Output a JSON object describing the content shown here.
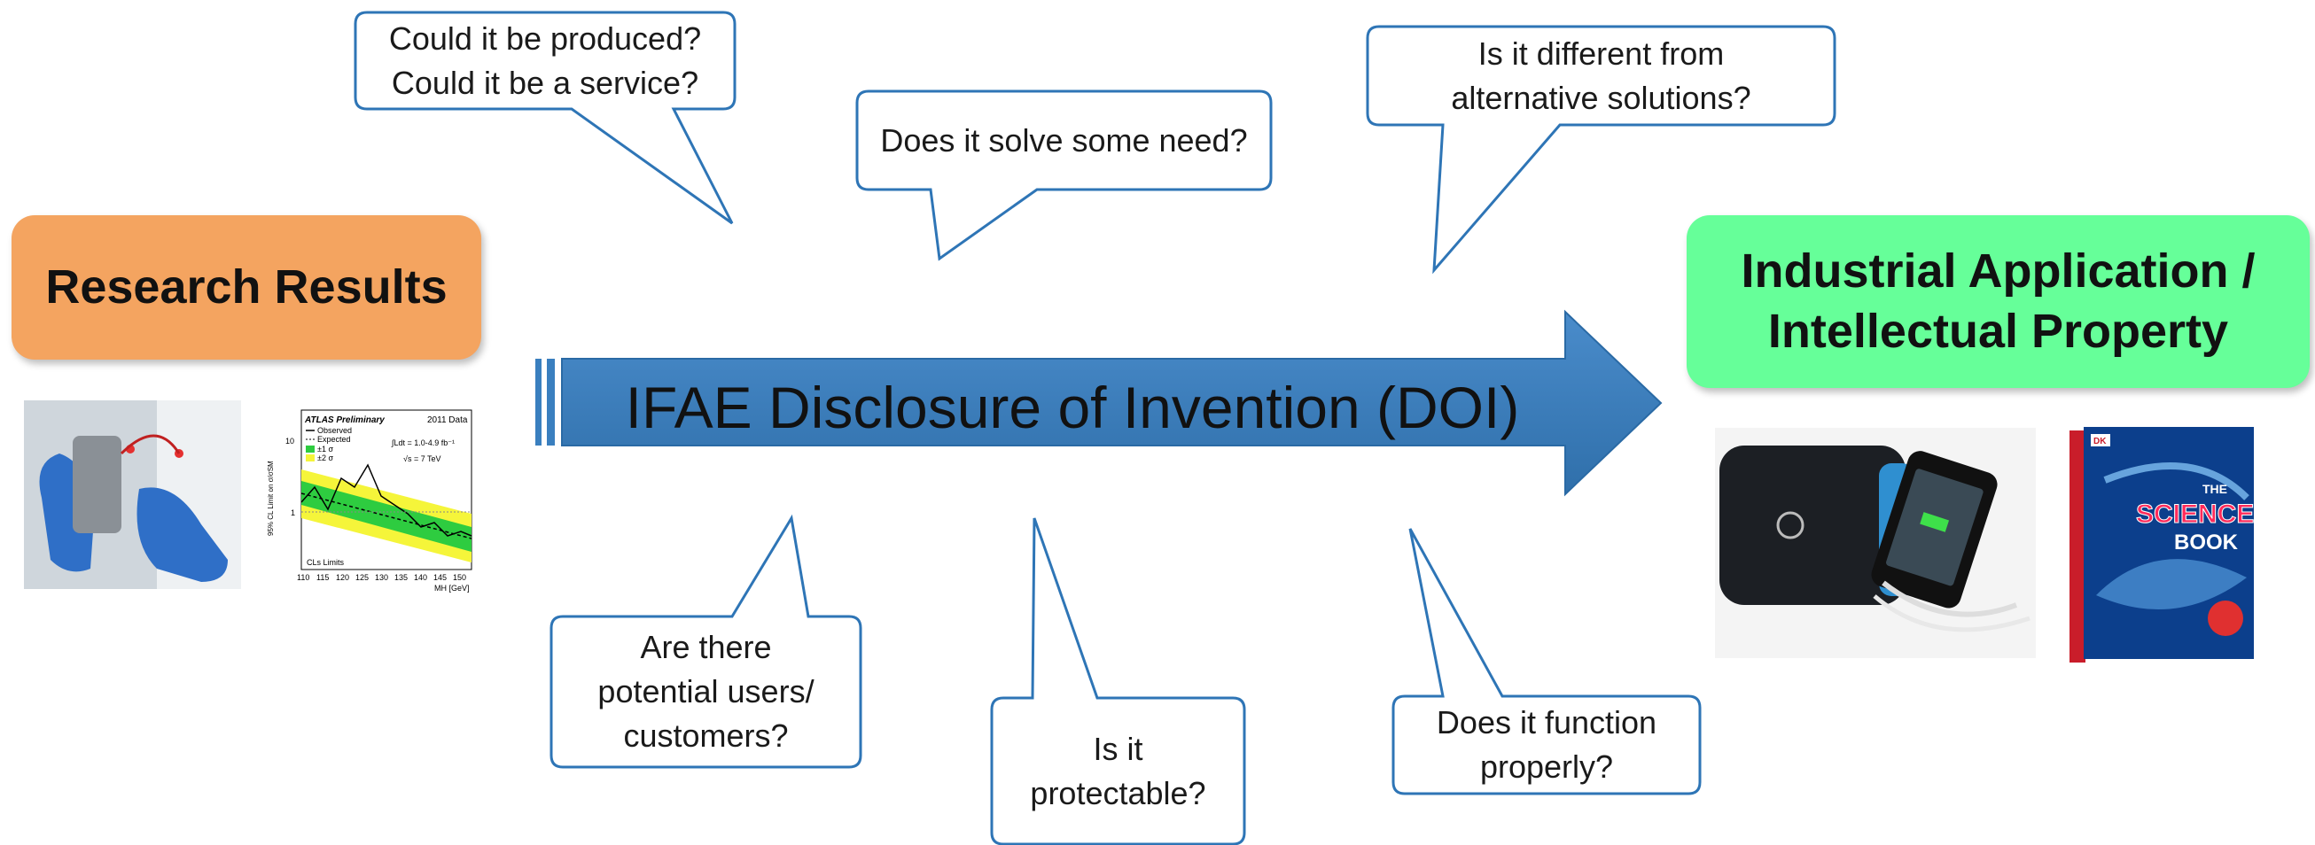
{
  "boxes": {
    "research": {
      "label": "Research Results",
      "color": "#F4A460"
    },
    "industrial": {
      "label": "Industrial Application / Intellectual Property",
      "color": "#66FF99"
    }
  },
  "arrow": {
    "label": "IFAE Disclosure of Invention (DOI)",
    "color": "#3A7FBF"
  },
  "callouts": [
    {
      "id": "produced",
      "text": "Could it be produced?\nCould it be a service?"
    },
    {
      "id": "need",
      "text": "Does it  solve some need?"
    },
    {
      "id": "different",
      "text": "Is it different from\nalternative solutions?"
    },
    {
      "id": "users",
      "text": "Are there\npotential users/\ncustomers?"
    },
    {
      "id": "protectable",
      "text": "Is it\nprotectable?"
    },
    {
      "id": "function",
      "text": "Does it function\nproperly?"
    }
  ],
  "atlas_plot": {
    "title": "ATLAS Preliminary",
    "data_tag": "2011 Data",
    "legend": [
      "Observed",
      "Expected",
      "±1 σ",
      "±2 σ"
    ],
    "lumi": "∫Ldt = 1.0-4.9 fb⁻¹",
    "energy": "√s = 7 TeV",
    "ylabel": "95% CL Limit on σ/σSM",
    "xlabel": "MH [GeV]",
    "footer": "CLs Limits",
    "yticks": [
      "10",
      "1"
    ],
    "xticks": [
      "110",
      "115",
      "120",
      "125",
      "130",
      "135",
      "140",
      "145",
      "150"
    ]
  },
  "book": {
    "brand": "DK",
    "title_line1": "THE",
    "title_line2": "SCIENCE",
    "title_line3": "BOOK"
  },
  "colors": {
    "callout_border": "#2E75B6",
    "accent_blue": "#3A7FBF"
  }
}
